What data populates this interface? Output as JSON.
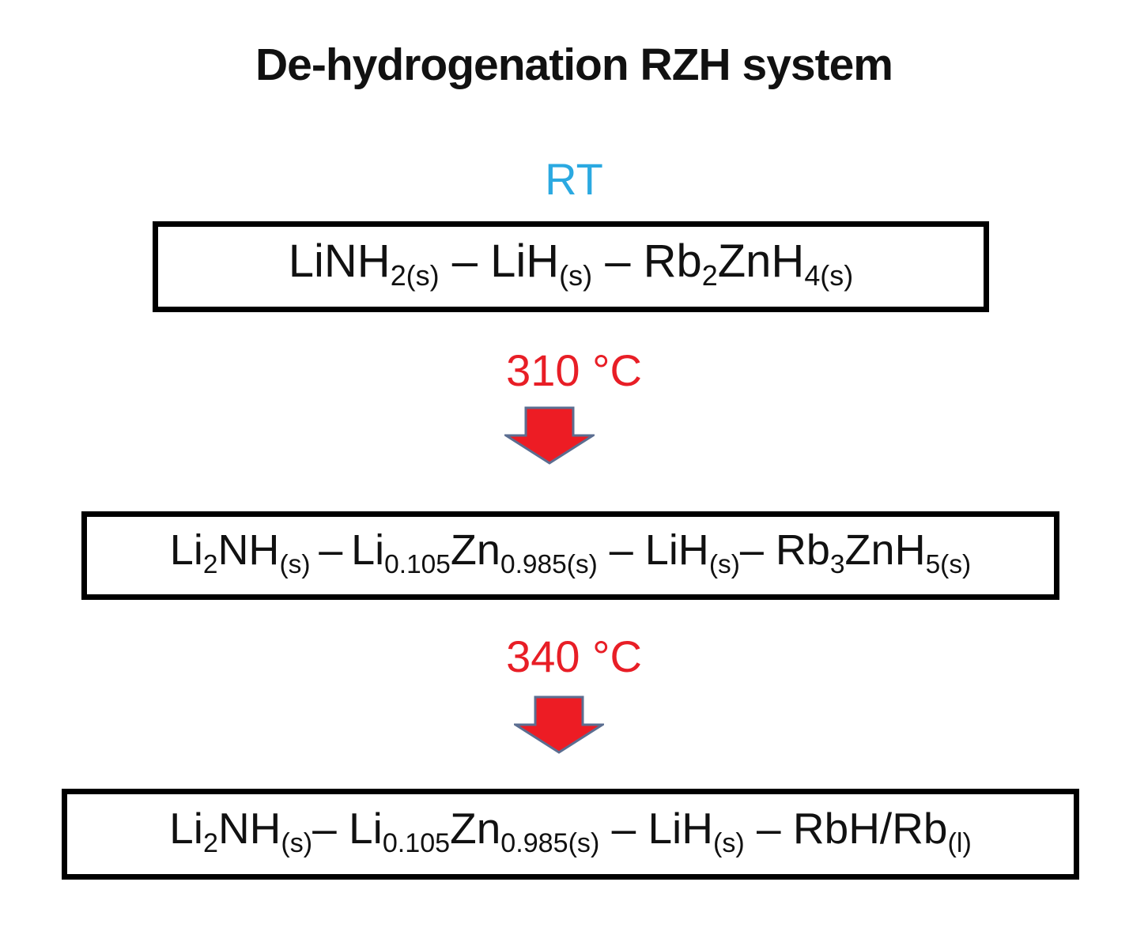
{
  "title": "De-hydrogenation RZH system",
  "colors": {
    "rt_blue": "#2BA9E1",
    "temp_red": "#E81E26",
    "arrow_fill": "#ED1C24",
    "arrow_stroke": "#5B6E91",
    "box_border": "#000000"
  },
  "flow": {
    "rt_label": "RT",
    "temp1_label": "310 °C",
    "temp2_label": "340 °C",
    "arrow_icon": "down-arrow",
    "box1_formula": [
      {
        "t": "main",
        "v": "LiNH"
      },
      {
        "t": "sub",
        "v": "2(s)"
      },
      {
        "t": "main",
        "v": " – "
      },
      {
        "t": "main",
        "v": "LiH"
      },
      {
        "t": "sub",
        "v": "(s)"
      },
      {
        "t": "main",
        "v": " – "
      },
      {
        "t": "main",
        "v": "Rb"
      },
      {
        "t": "sub",
        "v": "2"
      },
      {
        "t": "main",
        "v": "ZnH"
      },
      {
        "t": "sub",
        "v": "4(s)"
      }
    ],
    "box2_formula": [
      {
        "t": "main",
        "v": "Li"
      },
      {
        "t": "sub",
        "v": "2"
      },
      {
        "t": "main",
        "v": "NH"
      },
      {
        "t": "sub",
        "v": "(s)"
      },
      {
        "t": "main",
        "v": " – "
      },
      {
        "t": "main",
        "v": "Li"
      },
      {
        "t": "sub",
        "v": "0.105"
      },
      {
        "t": "main",
        "v": "Zn"
      },
      {
        "t": "sub",
        "v": "0.985(s)"
      },
      {
        "t": "main",
        "v": " – "
      },
      {
        "t": "main",
        "v": "LiH"
      },
      {
        "t": "sub",
        "v": "(s)"
      },
      {
        "t": "main",
        "v": "– "
      },
      {
        "t": "main",
        "v": "Rb"
      },
      {
        "t": "sub",
        "v": "3"
      },
      {
        "t": "main",
        "v": "ZnH"
      },
      {
        "t": "sub",
        "v": "5(s)"
      }
    ],
    "box3_formula": [
      {
        "t": "main",
        "v": "Li"
      },
      {
        "t": "sub",
        "v": "2"
      },
      {
        "t": "main",
        "v": "NH"
      },
      {
        "t": "sub",
        "v": "(s)"
      },
      {
        "t": "main",
        "v": "– "
      },
      {
        "t": "main",
        "v": "Li"
      },
      {
        "t": "sub",
        "v": "0.105"
      },
      {
        "t": "main",
        "v": "Zn"
      },
      {
        "t": "sub",
        "v": "0.985(s)"
      },
      {
        "t": "main",
        "v": " – "
      },
      {
        "t": "main",
        "v": "LiH"
      },
      {
        "t": "sub",
        "v": "(s)"
      },
      {
        "t": "main",
        "v": " – "
      },
      {
        "t": "main",
        "v": "RbH/Rb"
      },
      {
        "t": "sub",
        "v": "(l)"
      }
    ]
  }
}
